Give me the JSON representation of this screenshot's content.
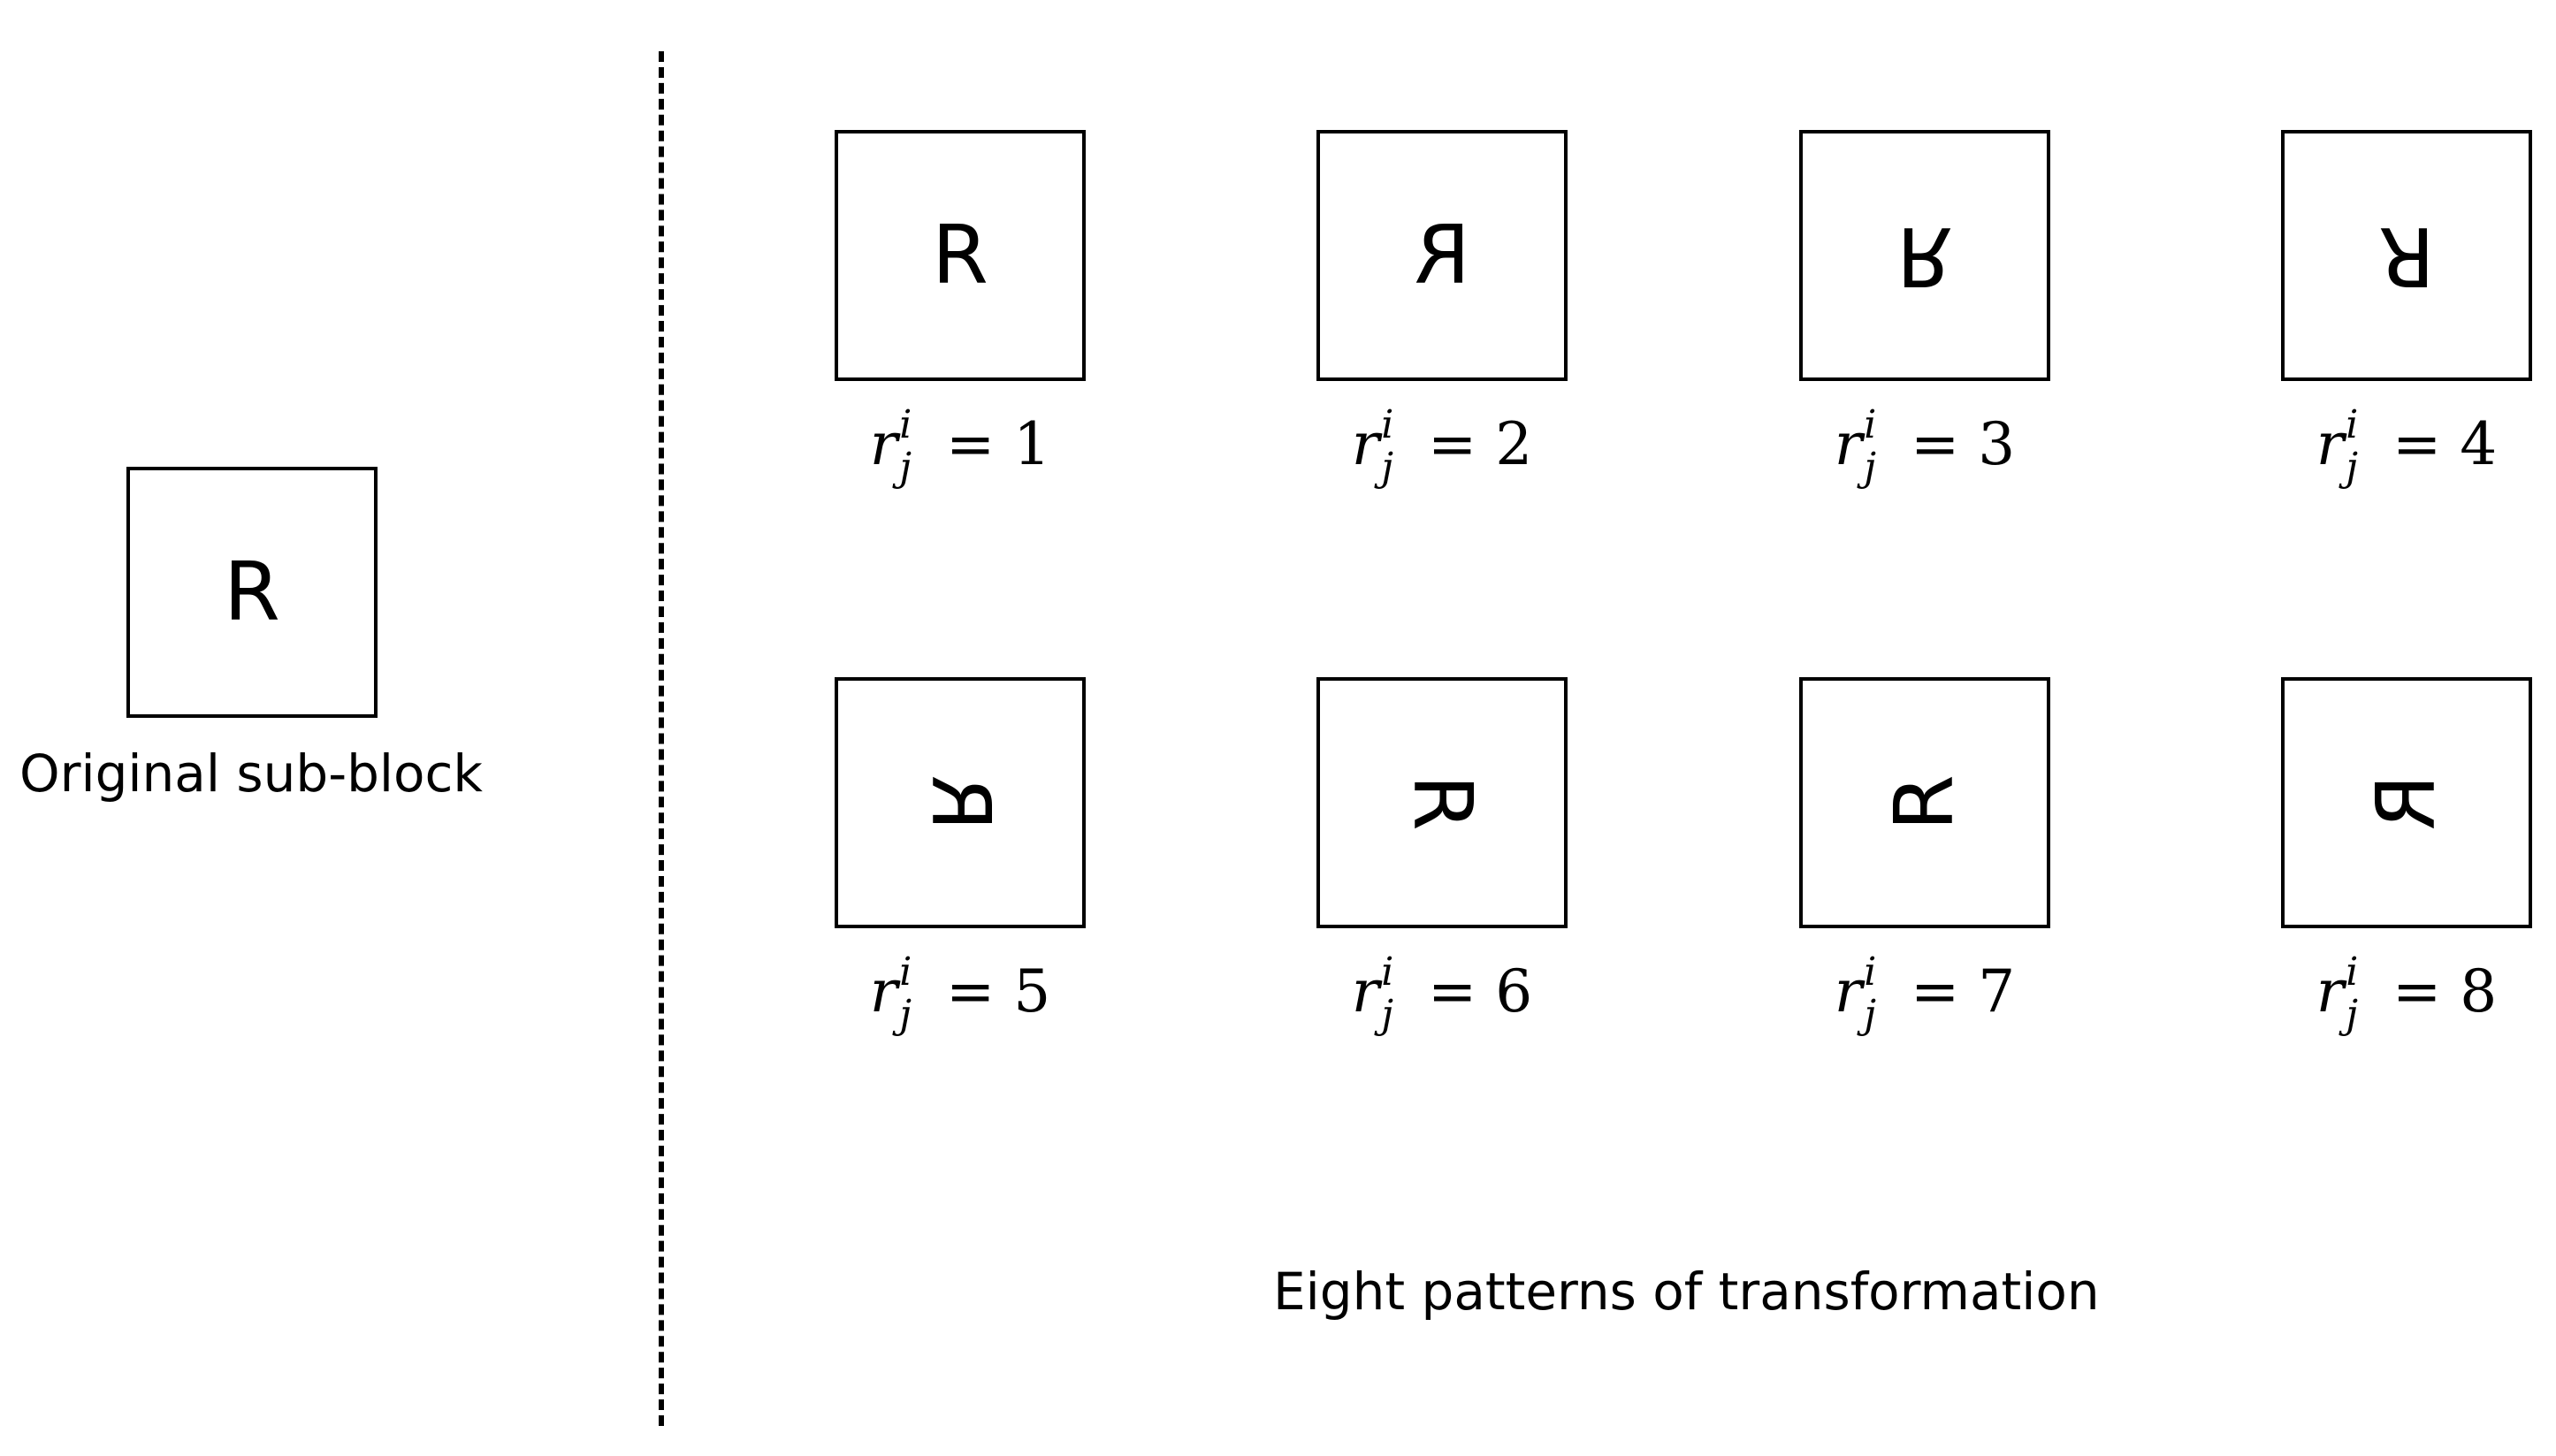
{
  "original": {
    "glyph": "R",
    "caption": "Original sub-block"
  },
  "patterns": [
    {
      "glyph": "R",
      "var": "r",
      "sup": "i",
      "sub": "j",
      "rest": " = 1"
    },
    {
      "glyph": "R",
      "var": "r",
      "sup": "i",
      "sub": "j",
      "rest": " = 2"
    },
    {
      "glyph": "R",
      "var": "r",
      "sup": "i",
      "sub": "j",
      "rest": " = 3"
    },
    {
      "glyph": "R",
      "var": "r",
      "sup": "i",
      "sub": "j",
      "rest": " = 4"
    },
    {
      "glyph": "R",
      "var": "r",
      "sup": "i",
      "sub": "j",
      "rest": " = 5"
    },
    {
      "glyph": "R",
      "var": "r",
      "sup": "i",
      "sub": "j",
      "rest": " = 6"
    },
    {
      "glyph": "R",
      "var": "r",
      "sup": "i",
      "sub": "j",
      "rest": " = 7"
    },
    {
      "glyph": "R",
      "var": "r",
      "sup": "i",
      "sub": "j",
      "rest": " = 8"
    }
  ],
  "patterns_caption": "Eight patterns of transformation"
}
